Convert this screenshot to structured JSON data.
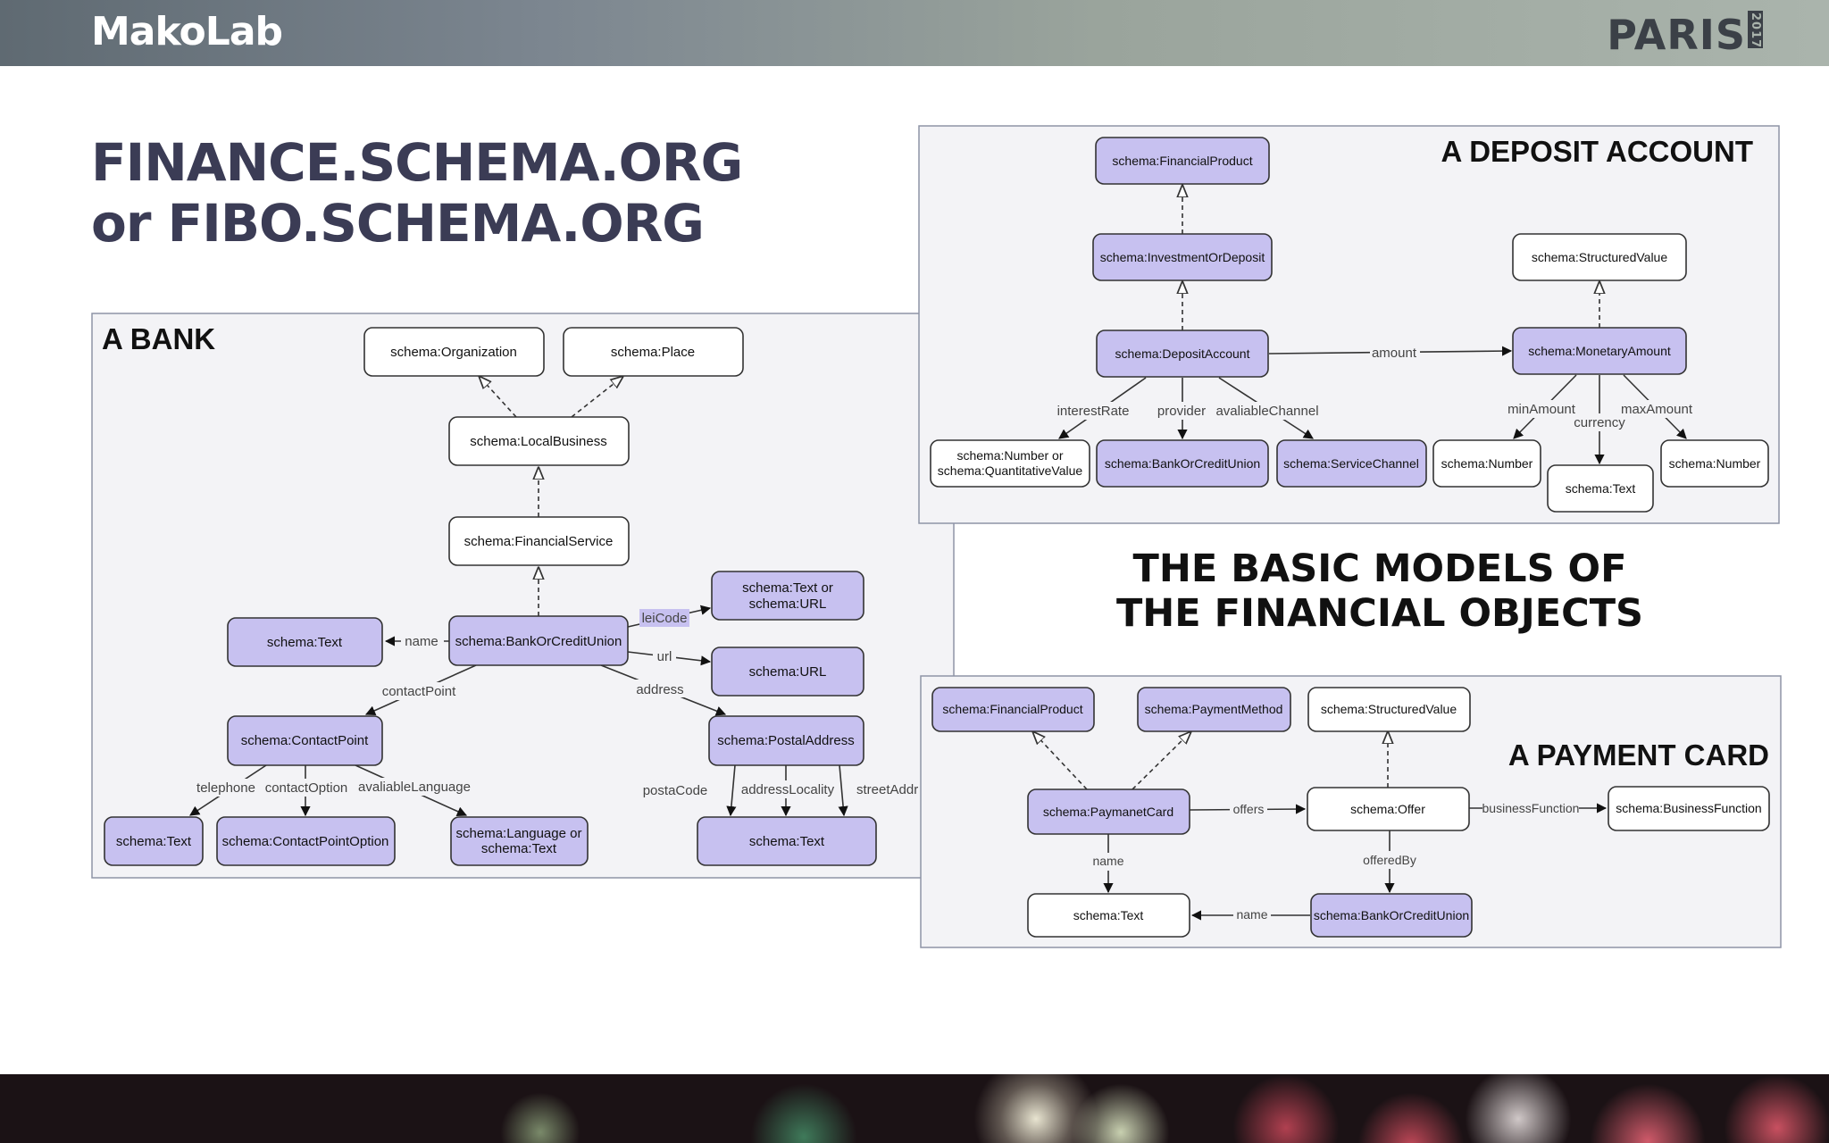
{
  "header": {
    "logo_left": "MakoLab",
    "logo_right": "PARIS",
    "logo_right_year": "2017"
  },
  "title": {
    "line1": "FINANCE.SCHEMA.ORG",
    "line2": "or FIBO.SCHEMA.ORG"
  },
  "center_title": {
    "line1": "THE BASIC MODELS OF",
    "line2": "THE FINANCIAL OBJECTS"
  },
  "colors": {
    "class_fill": "#c7c1f0",
    "value_fill": "#ffffff",
    "panel_fill": "#f3f3f6",
    "node_stroke": "#333333"
  },
  "diagrams": {
    "bank": {
      "title": "A BANK",
      "nodes": {
        "organization": "schema:Organization",
        "place": "schema:Place",
        "local_business": "schema:LocalBusiness",
        "financial_service": "schema:FinancialService",
        "bank": "schema:BankOrCreditUnion",
        "text_name": "schema:Text",
        "text_or_url_1": "schema:Text or",
        "text_or_url_2": "schema:URL",
        "url": "schema:URL",
        "contact_point": "schema:ContactPoint",
        "postal_address": "schema:PostalAddress",
        "text_tel": "schema:Text",
        "contact_point_option": "schema:ContactPointOption",
        "language_1": "schema:Language or",
        "language_2": "schema:Text",
        "text_address": "schema:Text"
      },
      "edges": {
        "name": "name",
        "lei_code": "leiCode",
        "url": "url",
        "contact_point": "contactPoint",
        "address": "address",
        "telephone": "telephone",
        "contact_option": "contactOption",
        "available_language": "avaliableLanguage",
        "postal_code": "postaCode",
        "address_locality": "addressLocality",
        "street_address": "streetAddr"
      }
    },
    "deposit": {
      "title": "A DEPOSIT ACCOUNT",
      "nodes": {
        "financial_product": "schema:FinancialProduct",
        "investment": "schema:InvestmentOrDeposit",
        "deposit": "schema:DepositAccount",
        "structured_value": "schema:StructuredValue",
        "monetary_amount": "schema:MonetaryAmount",
        "number_or_qv_1": "schema:Number or",
        "number_or_qv_2": "schema:QuantitativeValue",
        "bank": "schema:BankOrCreditUnion",
        "service_channel": "schema:ServiceChannel",
        "number_min": "schema:Number",
        "text_currency": "schema:Text",
        "number_max": "schema:Number"
      },
      "edges": {
        "amount": "amount",
        "interest_rate": "interestRate",
        "provider": "provider",
        "available_channel": "avaliableChannel",
        "min_amount": "minAmount",
        "currency": "currency",
        "max_amount": "maxAmount"
      }
    },
    "payment": {
      "title": "A PAYMENT CARD",
      "nodes": {
        "financial_product": "schema:FinancialProduct",
        "payment_method": "schema:PaymentMethod",
        "structured_value": "schema:StructuredValue",
        "card": "schema:PaymanetCard",
        "offer": "schema:Offer",
        "business_function": "schema:BusinessFunction",
        "text": "schema:Text",
        "bank": "schema:BankOrCreditUnion"
      },
      "edges": {
        "offers": "offers",
        "business_function": "businessFunction",
        "name_card": "name",
        "offered_by": "offeredBy",
        "name_bank": "name"
      }
    }
  }
}
